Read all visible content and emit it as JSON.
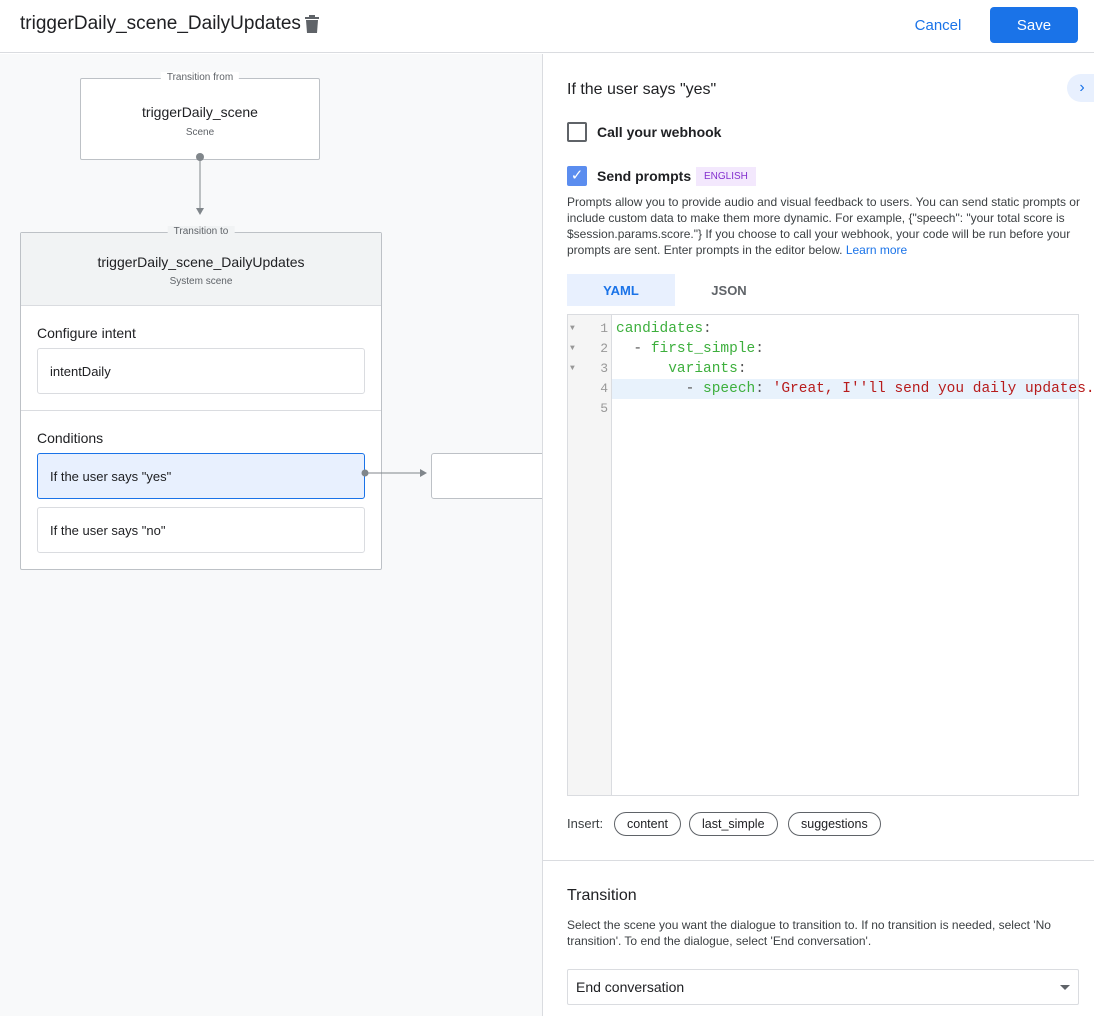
{
  "header": {
    "title": "triggerDaily_scene_DailyUpdates",
    "cancel_label": "Cancel",
    "save_label": "Save"
  },
  "canvas": {
    "from_card": {
      "legend": "Transition from",
      "name": "triggerDaily_scene",
      "type": "Scene"
    },
    "to_card": {
      "legend": "Transition to",
      "name": "triggerDaily_scene_DailyUpdates",
      "type": "System scene",
      "configure_intent_label": "Configure intent",
      "intent": "intentDaily",
      "conditions_label": "Conditions",
      "conditions": [
        "If the user says \"yes\"",
        "If the user says \"no\""
      ]
    }
  },
  "panel": {
    "title": "If the user says \"yes\"",
    "webhook_label": "Call your webhook",
    "webhook_checked": false,
    "prompts_label": "Send prompts",
    "prompts_checked": true,
    "language_badge": "ENGLISH",
    "description": "Prompts allow you to provide audio and visual feedback to users. You can send static prompts or include custom data to make them more dynamic. For example, {\"speech\": \"your total score is $session.params.score.\"} If you choose to call your webhook, your code will be run before your prompts are sent. Enter prompts in the editor below.",
    "learn_more": "Learn more",
    "tabs": [
      "YAML",
      "JSON"
    ],
    "active_tab": "YAML",
    "code_lines": [
      {
        "num": "1",
        "indent": "",
        "key": "candidates",
        "value": ""
      },
      {
        "num": "2",
        "indent": "  - ",
        "key": "first_simple",
        "value": ""
      },
      {
        "num": "3",
        "indent": "      ",
        "key": "variants",
        "value": ""
      },
      {
        "num": "4",
        "indent": "        - ",
        "key": "speech",
        "value": " 'Great, I''ll send you daily updates."
      },
      {
        "num": "5",
        "indent": "",
        "key": "",
        "value": ""
      }
    ],
    "insert_label": "Insert:",
    "insert_chips": [
      "content",
      "last_simple",
      "suggestions"
    ],
    "transition_title": "Transition",
    "transition_desc": "Select the scene you want the dialogue to transition to. If no transition is needed, select 'No transition'. To end the dialogue, select 'End conversation'.",
    "transition_value": "End conversation"
  },
  "colors": {
    "accent": "#1a73e8",
    "selected_condition": "#e8f0fe",
    "badge_bg": "#f3e8fd",
    "badge_text": "#8430ce"
  }
}
